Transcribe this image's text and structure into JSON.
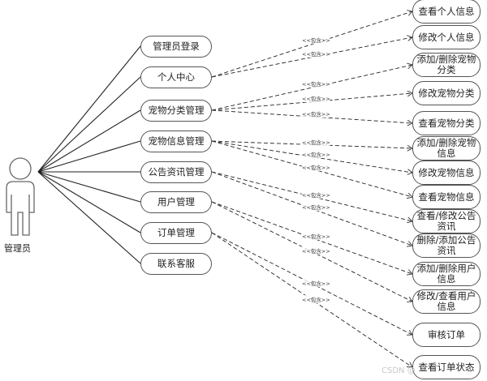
{
  "actor": {
    "label": "管理员"
  },
  "include_label": "<<包含>>",
  "left_cases": [
    "管理员登录",
    "个人中心",
    "宠物分类管理",
    "宠物信息管理",
    "公告资讯管理",
    "用户管理",
    "订单管理",
    "联系客服"
  ],
  "right_cases": [
    "查看个人信息",
    "修改个人信息",
    "添加/删除宠物分类",
    "修改宠物分类",
    "查看宠物分类",
    "添加/删除宠物信息",
    "修改宠物信息",
    "查看宠物信息",
    "查看/修改公告资讯",
    "删除/添加公告资讯",
    "添加/删除用户信息",
    "修改/查看用户信息",
    "审核订单",
    "查看订单状态"
  ],
  "includes": [
    [
      1,
      0
    ],
    [
      1,
      1
    ],
    [
      2,
      2
    ],
    [
      2,
      3
    ],
    [
      2,
      4
    ],
    [
      3,
      5
    ],
    [
      3,
      6
    ],
    [
      3,
      7
    ],
    [
      4,
      8
    ],
    [
      4,
      9
    ],
    [
      5,
      10
    ],
    [
      5,
      11
    ],
    [
      6,
      12
    ],
    [
      6,
      13
    ]
  ],
  "watermark": "CSDN @"
}
